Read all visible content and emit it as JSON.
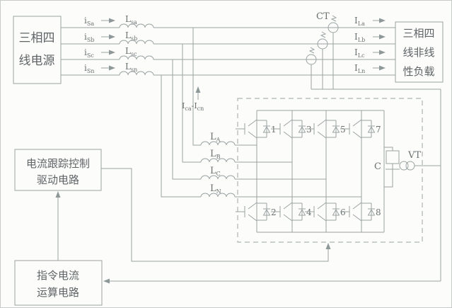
{
  "boxes": {
    "source": {
      "line1": "三相四",
      "line2": "线电源"
    },
    "load": {
      "line1": "三相四",
      "line2": "线非线",
      "line3": "性负载"
    },
    "drive": {
      "line1": "电流跟踪控制",
      "line2": "驱动电路"
    },
    "command": {
      "line1": "指令电流",
      "line2": "运算电路"
    }
  },
  "phases": [
    {
      "i_main": "i",
      "i_sub": "Sa",
      "l_main": "L",
      "l_sub": "sa",
      "il_main": "I",
      "il_sub": "La",
      "filt_main": "L",
      "filt_sub": "A"
    },
    {
      "i_main": "i",
      "i_sub": "Sb",
      "l_main": "L",
      "l_sub": "sb",
      "il_main": "I",
      "il_sub": "Lb",
      "filt_main": "L",
      "filt_sub": "B"
    },
    {
      "i_main": "i",
      "i_sub": "Sc",
      "l_main": "L",
      "l_sub": "sc",
      "il_main": "I",
      "il_sub": "Lc",
      "filt_main": "L",
      "filt_sub": "C"
    },
    {
      "i_main": "i",
      "i_sub": "Sn",
      "l_main": "L",
      "l_sub": "sn",
      "il_main": "I",
      "il_sub": "Ln",
      "filt_main": "L",
      "filt_sub": "N"
    }
  ],
  "devices": {
    "ct": "CT",
    "vt": "VT",
    "capacitor": "C"
  },
  "comp_current": {
    "p1": "I",
    "s1": "ca",
    "p2": "-I",
    "s2": "cn"
  },
  "igbt": {
    "top_numbers": [
      "1",
      "3",
      "5",
      "7"
    ],
    "bottom_numbers": [
      "2",
      "4",
      "6",
      "8"
    ]
  },
  "colors": {
    "wire": "#9aa3a3",
    "text": "#5f6466",
    "label": "#6b7171"
  }
}
